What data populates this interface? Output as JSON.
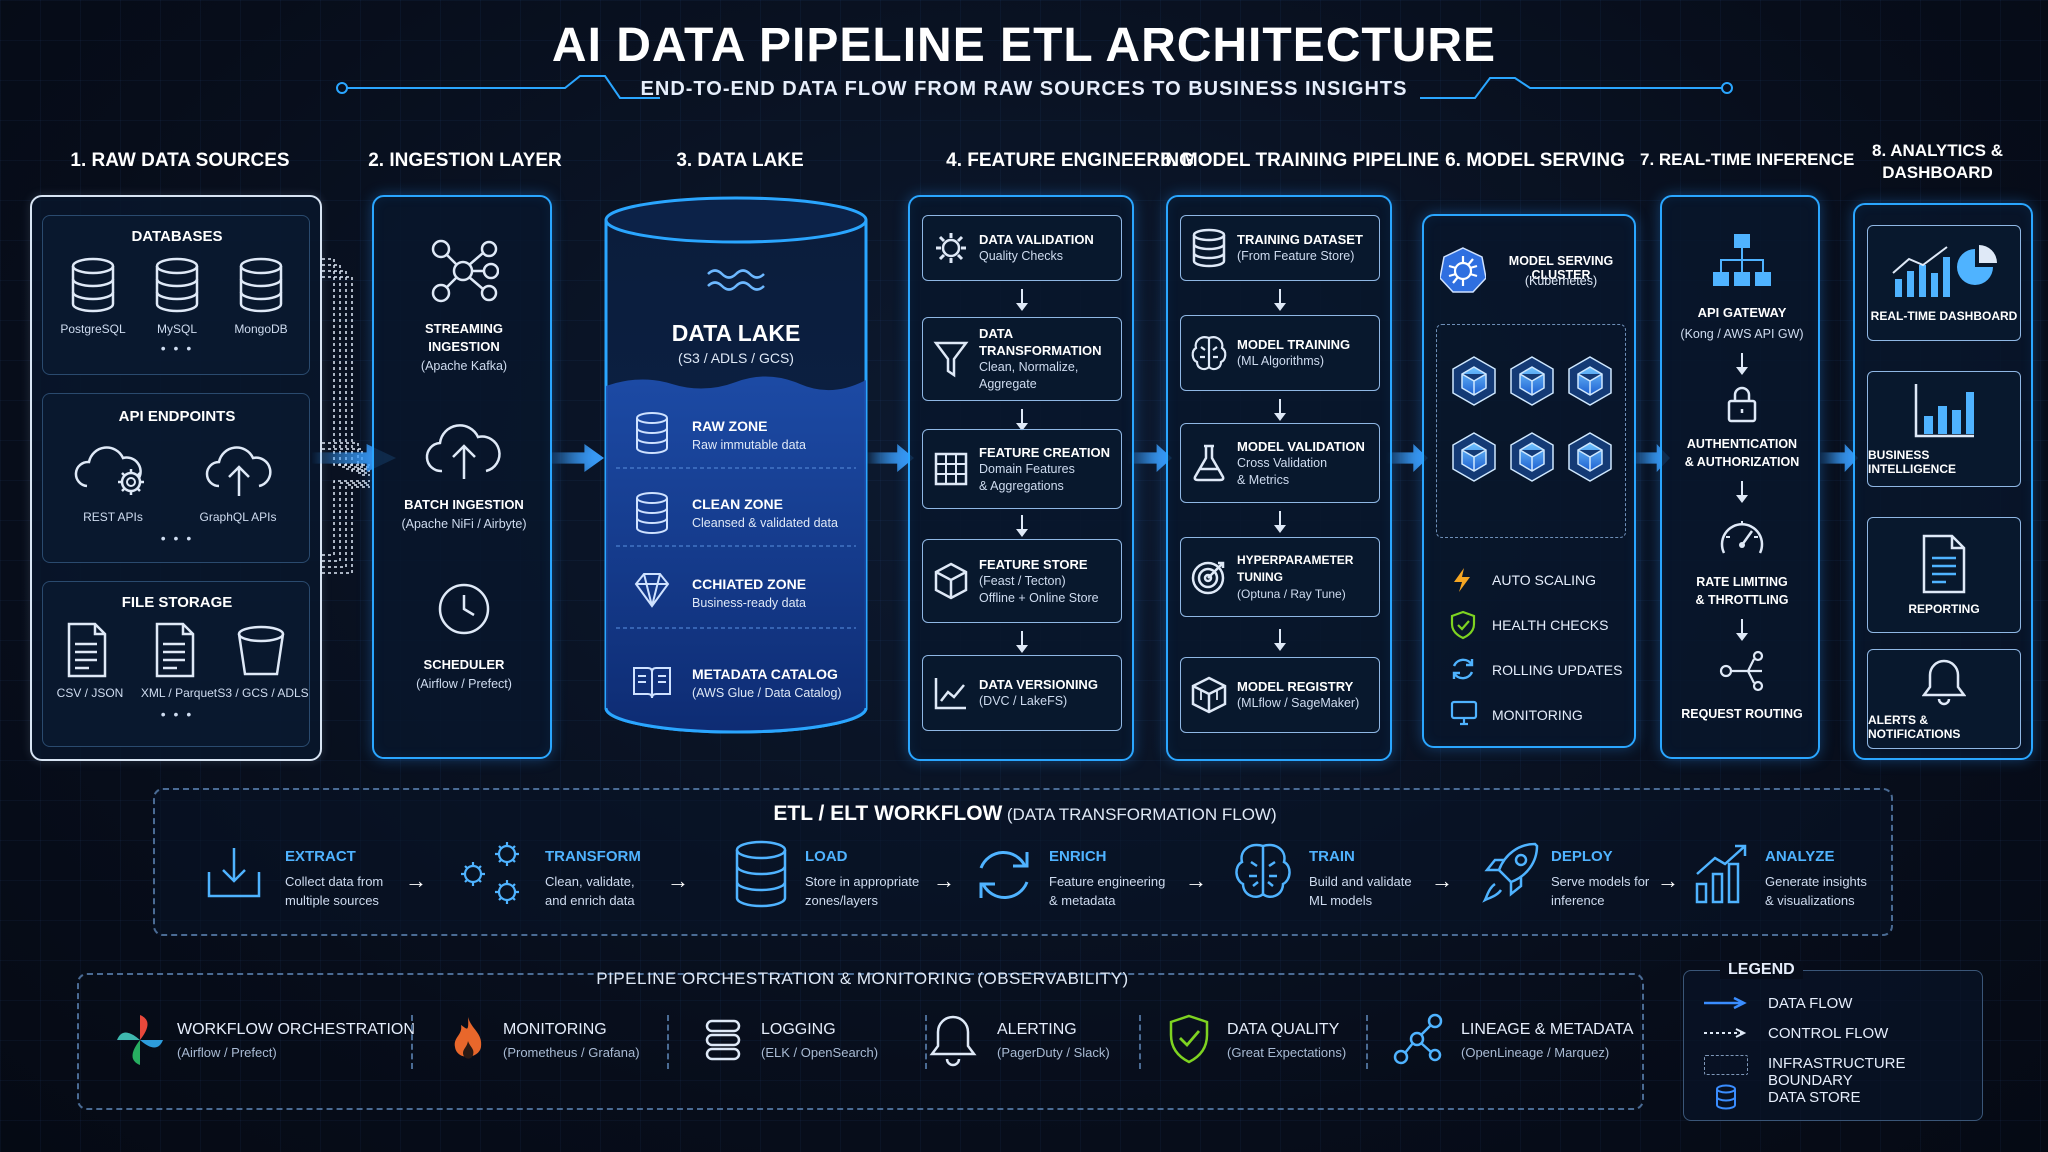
{
  "header": {
    "title": "AI DATA PIPELINE ETL ARCHITECTURE",
    "subtitle": "END-TO-END DATA FLOW FROM RAW SOURCES TO BUSINESS INSIGHTS"
  },
  "columns": {
    "c1": "1. RAW DATA SOURCES",
    "c2": "2. INGESTION LAYER",
    "c3": "3. DATA LAKE",
    "c4": "4. FEATURE ENGINEERING",
    "c5": "5. MODEL TRAINING PIPELINE",
    "c6": "6. MODEL SERVING",
    "c7": "7. REAL-TIME INFERENCE",
    "c8_line1": "8. ANALYTICS &",
    "c8_line2": "DASHBOARD"
  },
  "sources": {
    "databases": {
      "title": "DATABASES",
      "items": [
        "PostgreSQL",
        "MySQL",
        "MongoDB"
      ],
      "more": "• • •"
    },
    "api": {
      "title": "API ENDPOINTS",
      "items": [
        "REST APIs",
        "GraphQL APIs"
      ],
      "more": "• • •"
    },
    "files": {
      "title": "FILE STORAGE",
      "items": [
        "CSV / JSON",
        "XML / Parquet",
        "S3 / GCS / ADLS"
      ],
      "more": "• • •"
    }
  },
  "ingestion": {
    "streaming": {
      "line1": "STREAMING",
      "line2": "INGESTION",
      "sub": "(Apache Kafka)"
    },
    "batch": {
      "title": "BATCH INGESTION",
      "sub": "(Apache NiFi / Airbyte)"
    },
    "scheduler": {
      "title": "SCHEDULER",
      "sub": "(Airflow / Prefect)"
    }
  },
  "lake": {
    "title": "DATA LAKE",
    "sub": "(S3 / ADLS / GCS)",
    "zones": [
      {
        "title": "RAW ZONE",
        "sub": "Raw immutable data"
      },
      {
        "title": "CLEAN ZONE",
        "sub": "Cleansed & validated data"
      },
      {
        "title": "CCHIATED ZONE",
        "sub": "Business-ready data"
      },
      {
        "title": "METADATA CATALOG",
        "sub": "(AWS Glue / Data Catalog)"
      }
    ]
  },
  "features": [
    {
      "title": "DATA VALIDATION",
      "l1": "Quality Checks",
      "l2": ""
    },
    {
      "title": "DATA TRANSFORMATION",
      "l1": "Clean, Normalize,",
      "l2": "Aggregate"
    },
    {
      "title": "FEATURE CREATION",
      "l1": "Domain Features",
      "l2": "& Aggregations"
    },
    {
      "title": "FEATURE STORE",
      "l1": "(Feast / Tecton)",
      "l2": "Offline + Online Store"
    },
    {
      "title": "DATA VERSIONING",
      "l1": "(DVC / LakeFS)",
      "l2": ""
    }
  ],
  "training": [
    {
      "title": "TRAINING DATASET",
      "l1": "(From Feature Store)",
      "l2": ""
    },
    {
      "title": "MODEL TRAINING",
      "l1": "(ML Algorithms)",
      "l2": ""
    },
    {
      "title": "MODEL VALIDATION",
      "l1": "Cross Validation",
      "l2": "& Metrics"
    },
    {
      "title": "HYPERPARAMETER TUNING",
      "l1": "(Optuna / Ray Tune)",
      "l2": ""
    },
    {
      "title": "MODEL REGISTRY",
      "l1": "(MLflow / SageMaker)",
      "l2": ""
    }
  ],
  "serving": {
    "cluster_title": "MODEL SERVING CLUSTER",
    "cluster_sub": "(Kubernetes)",
    "features": [
      "AUTO SCALING",
      "HEALTH CHECKS",
      "ROLLING UPDATES",
      "MONITORING"
    ]
  },
  "inference": {
    "gateway_title": "API GATEWAY",
    "gateway_sub": "(Kong / AWS API GW)",
    "auth_l1": "AUTHENTICATION",
    "auth_l2": "& AUTHORIZATION",
    "rate_l1": "RATE LIMITING",
    "rate_l2": "& THROTTLING",
    "routing": "REQUEST ROUTING"
  },
  "analytics": [
    "REAL-TIME DASHBOARD",
    "BUSINESS INTELLIGENCE",
    "REPORTING",
    "ALERTS & NOTIFICATIONS"
  ],
  "etl": {
    "title": "ETL / ELT WORKFLOW",
    "title_sub": "(DATA TRANSFORMATION FLOW)",
    "steps": [
      {
        "title": "EXTRACT",
        "l1": "Collect data from",
        "l2": "multiple sources"
      },
      {
        "title": "TRANSFORM",
        "l1": "Clean, validate,",
        "l2": "and enrich data"
      },
      {
        "title": "LOAD",
        "l1": "Store in appropriate",
        "l2": "zones/layers"
      },
      {
        "title": "ENRICH",
        "l1": "Feature engineering",
        "l2": "& metadata"
      },
      {
        "title": "TRAIN",
        "l1": "Build and validate",
        "l2": "ML models"
      },
      {
        "title": "DEPLOY",
        "l1": "Serve models for",
        "l2": "inference"
      },
      {
        "title": "ANALYZE",
        "l1": "Generate insights",
        "l2": "& visualizations"
      }
    ]
  },
  "orchestration": {
    "title": "PIPELINE ORCHESTRATION & MONITORING (OBSERVABILITY)",
    "items": [
      {
        "title": "WORKFLOW ORCHESTRATION",
        "sub": "(Airflow / Prefect)"
      },
      {
        "title": "MONITORING",
        "sub": "(Prometheus / Grafana)"
      },
      {
        "title": "LOGGING",
        "sub": "(ELK / OpenSearch)"
      },
      {
        "title": "ALERTING",
        "sub": "(PagerDuty / Slack)"
      },
      {
        "title": "DATA QUALITY",
        "sub": "(Great Expectations)"
      },
      {
        "title": "LINEAGE & METADATA",
        "sub": "(OpenLineage / Marquez)"
      }
    ]
  },
  "legend": {
    "title": "LEGEND",
    "items": [
      "DATA FLOW",
      "CONTROL FLOW",
      "INFRASTRUCTURE BOUNDARY",
      "DATA STORE"
    ]
  },
  "colors": {
    "accent": "#2aa6ff",
    "bright": "#4fb3ff",
    "background": "#070d1a"
  }
}
